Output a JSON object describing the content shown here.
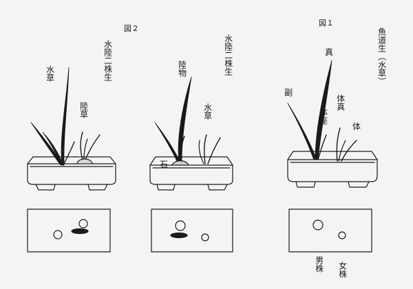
{
  "figures": {
    "fig2": {
      "title": "図２"
    },
    "fig1": {
      "title": "図１"
    }
  },
  "labels": {
    "left_pot_title": "水陸二株生",
    "left_water_grass": "水草",
    "left_land_grass": "陸草",
    "middle_pot_title": "水陸二株生",
    "middle_land_plant": "陸物",
    "middle_water_grass": "水草",
    "middle_stone": "石",
    "right_pot_title": "魚道生（水草）",
    "right_shin": "真",
    "right_soe": "副",
    "right_taishin": "体真",
    "right_taiza": "体座",
    "right_tai": "体",
    "right_male_stock": "男株",
    "right_female_stock": "女株"
  },
  "colors": {
    "ink": "#1a1a1a",
    "paper": "#f4f4f2"
  }
}
